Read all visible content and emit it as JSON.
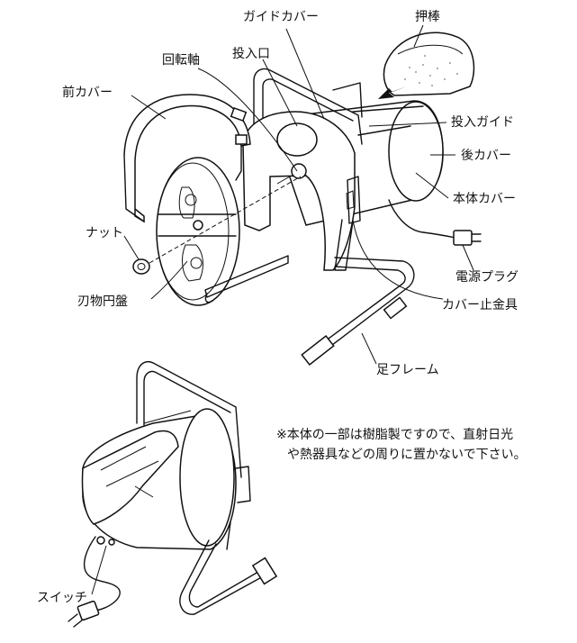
{
  "labels": {
    "guide_cover": "ガイドカバー",
    "push_rod": "押棒",
    "rotating_shaft": "回転軸",
    "inlet": "投入口",
    "front_cover": "前カバー",
    "inlet_guide": "投入ガイド",
    "rear_cover": "後カバー",
    "body_cover": "本体カバー",
    "nut": "ナット",
    "power_plug": "電源プラグ",
    "blade_disc": "刃物円盤",
    "cover_clasp": "カバー止金具",
    "foot_frame": "足フレーム",
    "switch": "スイッチ"
  },
  "caution": {
    "line1": "※本体の一部は樹脂製ですので、直射日光",
    "line2": "や熱器具などの周りに置かないで下さい。"
  }
}
